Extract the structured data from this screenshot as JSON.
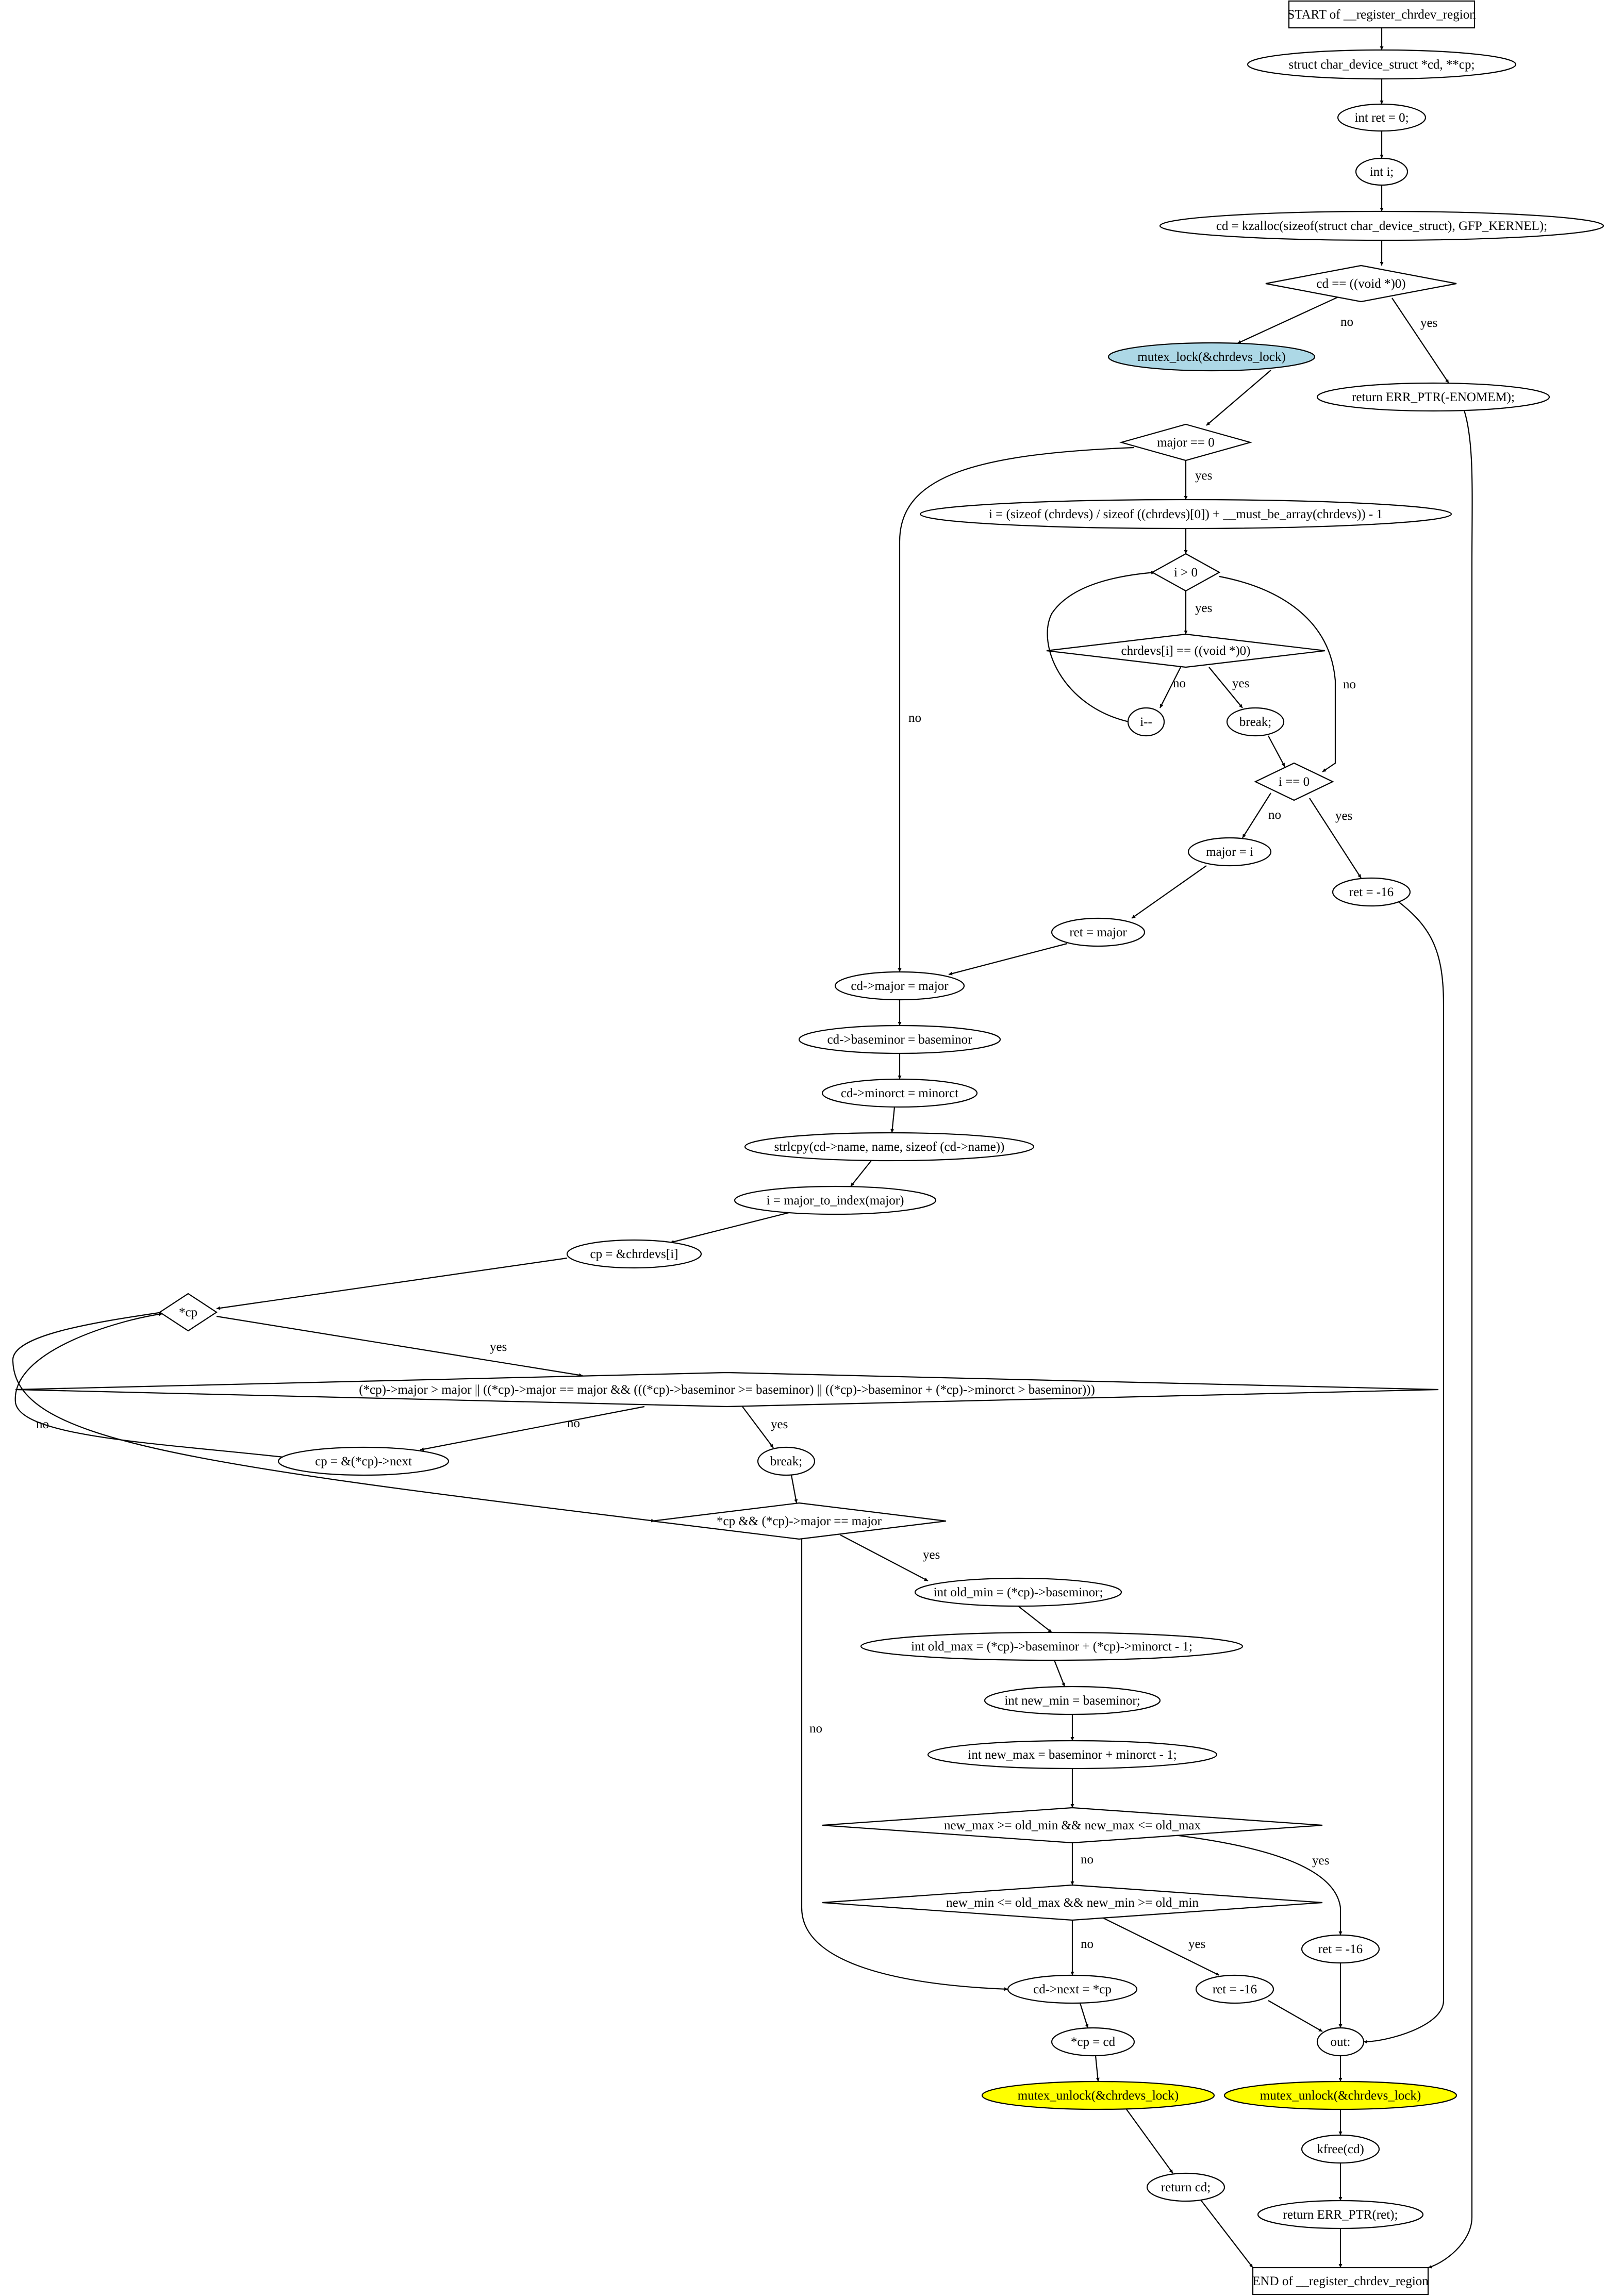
{
  "diagram": {
    "nodes": [
      {
        "id": "start",
        "shape": "box",
        "label": "START of __register_chrdev_region"
      },
      {
        "id": "n1",
        "shape": "ellipse",
        "label": "struct char_device_struct *cd, **cp;"
      },
      {
        "id": "n2",
        "shape": "ellipse",
        "label": "int ret = 0;"
      },
      {
        "id": "n3",
        "shape": "ellipse",
        "label": "int i;"
      },
      {
        "id": "n4",
        "shape": "ellipse",
        "label": "cd = kzalloc(sizeof(struct char_device_struct), GFP_KERNEL);"
      },
      {
        "id": "d1",
        "shape": "diamond",
        "label": "cd == ((void *)0)"
      },
      {
        "id": "lock",
        "shape": "ellipse",
        "label": "mutex_lock(&chrdevs_lock)",
        "fill": "#add8e6"
      },
      {
        "id": "retnomem",
        "shape": "ellipse",
        "label": "return ERR_PTR(-ENOMEM);"
      },
      {
        "id": "d2",
        "shape": "diamond",
        "label": "major == 0"
      },
      {
        "id": "n5",
        "shape": "ellipse",
        "label": "i = (sizeof (chrdevs) / sizeof ((chrdevs)[0]) + __must_be_array(chrdevs)) - 1"
      },
      {
        "id": "d3",
        "shape": "diamond",
        "label": "i > 0"
      },
      {
        "id": "d4",
        "shape": "diamond",
        "label": "chrdevs[i] == ((void *)0)"
      },
      {
        "id": "idec",
        "shape": "ellipse",
        "label": "i--"
      },
      {
        "id": "brk1",
        "shape": "ellipse",
        "label": "break;"
      },
      {
        "id": "d5",
        "shape": "diamond",
        "label": "i == 0"
      },
      {
        "id": "n6",
        "shape": "ellipse",
        "label": "major = i"
      },
      {
        "id": "ret16a",
        "shape": "ellipse",
        "label": "ret = -16"
      },
      {
        "id": "n7",
        "shape": "ellipse",
        "label": "ret = major"
      },
      {
        "id": "n8",
        "shape": "ellipse",
        "label": "cd->major = major"
      },
      {
        "id": "n9",
        "shape": "ellipse",
        "label": "cd->baseminor = baseminor"
      },
      {
        "id": "n10",
        "shape": "ellipse",
        "label": "cd->minorct = minorct"
      },
      {
        "id": "n11",
        "shape": "ellipse",
        "label": "strlcpy(cd->name, name, sizeof (cd->name))"
      },
      {
        "id": "n12",
        "shape": "ellipse",
        "label": "i = major_to_index(major)"
      },
      {
        "id": "n13",
        "shape": "ellipse",
        "label": "cp = &chrdevs[i]"
      },
      {
        "id": "d6",
        "shape": "diamond",
        "label": "*cp"
      },
      {
        "id": "d7",
        "shape": "diamond",
        "label": "(*cp)->major > major || ((*cp)->major == major && (((*cp)->baseminor >= baseminor) || ((*cp)->baseminor + (*cp)->minorct > baseminor)))"
      },
      {
        "id": "cpnext",
        "shape": "ellipse",
        "label": "cp = &(*cp)->next"
      },
      {
        "id": "brk2",
        "shape": "ellipse",
        "label": "break;"
      },
      {
        "id": "d8",
        "shape": "diamond",
        "label": "*cp && (*cp)->major == major"
      },
      {
        "id": "n14",
        "shape": "ellipse",
        "label": "int old_min = (*cp)->baseminor;"
      },
      {
        "id": "n15",
        "shape": "ellipse",
        "label": "int old_max = (*cp)->baseminor + (*cp)->minorct - 1;"
      },
      {
        "id": "n16",
        "shape": "ellipse",
        "label": "int new_min = baseminor;"
      },
      {
        "id": "n17",
        "shape": "ellipse",
        "label": "int new_max = baseminor + minorct - 1;"
      },
      {
        "id": "d9",
        "shape": "diamond",
        "label": "new_max >= old_min && new_max <= old_max"
      },
      {
        "id": "d10",
        "shape": "diamond",
        "label": "new_min <= old_max && new_min >= old_min"
      },
      {
        "id": "ret16b",
        "shape": "ellipse",
        "label": "ret = -16"
      },
      {
        "id": "ret16c",
        "shape": "ellipse",
        "label": "ret = -16"
      },
      {
        "id": "n18",
        "shape": "ellipse",
        "label": "cd->next = *cp"
      },
      {
        "id": "n19",
        "shape": "ellipse",
        "label": "*cp = cd"
      },
      {
        "id": "out",
        "shape": "ellipse",
        "label": "out:"
      },
      {
        "id": "unlock1",
        "shape": "ellipse",
        "label": "mutex_unlock(&chrdevs_lock)",
        "fill": "#ffff00"
      },
      {
        "id": "unlock2",
        "shape": "ellipse",
        "label": "mutex_unlock(&chrdevs_lock)",
        "fill": "#ffff00"
      },
      {
        "id": "kfree",
        "shape": "ellipse",
        "label": "kfree(cd)"
      },
      {
        "id": "retcd",
        "shape": "ellipse",
        "label": "return cd;"
      },
      {
        "id": "reterr",
        "shape": "ellipse",
        "label": "return ERR_PTR(ret);"
      },
      {
        "id": "end",
        "shape": "box",
        "label": "END of __register_chrdev_region"
      }
    ],
    "edges": [
      {
        "id": "e1",
        "label": ""
      },
      {
        "id": "e2",
        "label": ""
      },
      {
        "id": "e3",
        "label": ""
      },
      {
        "id": "e4",
        "label": ""
      },
      {
        "id": "e5",
        "label": ""
      },
      {
        "id": "e6",
        "label": "no"
      },
      {
        "id": "e7",
        "label": "yes"
      },
      {
        "id": "e8",
        "label": ""
      },
      {
        "id": "e9",
        "label": ""
      },
      {
        "id": "e10",
        "label": "yes"
      },
      {
        "id": "e11",
        "label": "no"
      },
      {
        "id": "e12",
        "label": ""
      },
      {
        "id": "e13",
        "label": "yes"
      },
      {
        "id": "e14",
        "label": "no"
      },
      {
        "id": "e15",
        "label": "no"
      },
      {
        "id": "e16",
        "label": "yes"
      },
      {
        "id": "e17",
        "label": ""
      },
      {
        "id": "e18",
        "label": ""
      },
      {
        "id": "e19",
        "label": "no"
      },
      {
        "id": "e20",
        "label": "yes"
      },
      {
        "id": "e21",
        "label": ""
      },
      {
        "id": "e22",
        "label": ""
      },
      {
        "id": "e23",
        "label": ""
      },
      {
        "id": "e24",
        "label": ""
      },
      {
        "id": "e25",
        "label": ""
      },
      {
        "id": "e26",
        "label": ""
      },
      {
        "id": "e27",
        "label": ""
      },
      {
        "id": "e28",
        "label": ""
      },
      {
        "id": "e29",
        "label": "yes"
      },
      {
        "id": "e30",
        "label": "no"
      },
      {
        "id": "e31",
        "label": "no"
      },
      {
        "id": "e32",
        "label": ""
      },
      {
        "id": "e33",
        "label": "yes"
      },
      {
        "id": "e34",
        "label": ""
      },
      {
        "id": "e35",
        "label": "yes"
      },
      {
        "id": "e36",
        "label": "no"
      },
      {
        "id": "e37",
        "label": ""
      },
      {
        "id": "e38",
        "label": ""
      },
      {
        "id": "e39",
        "label": ""
      },
      {
        "id": "e40",
        "label": ""
      },
      {
        "id": "e41",
        "label": "yes"
      },
      {
        "id": "e42",
        "label": "no"
      },
      {
        "id": "e43",
        "label": "yes"
      },
      {
        "id": "e44",
        "label": "no"
      },
      {
        "id": "e45",
        "label": ""
      },
      {
        "id": "e46",
        "label": ""
      },
      {
        "id": "e47",
        "label": ""
      },
      {
        "id": "e48",
        "label": ""
      },
      {
        "id": "e49",
        "label": ""
      },
      {
        "id": "e50",
        "label": ""
      },
      {
        "id": "e51",
        "label": ""
      },
      {
        "id": "e52",
        "label": ""
      },
      {
        "id": "e53",
        "label": ""
      },
      {
        "id": "e54",
        "label": ""
      },
      {
        "id": "e55",
        "label": ""
      }
    ]
  }
}
